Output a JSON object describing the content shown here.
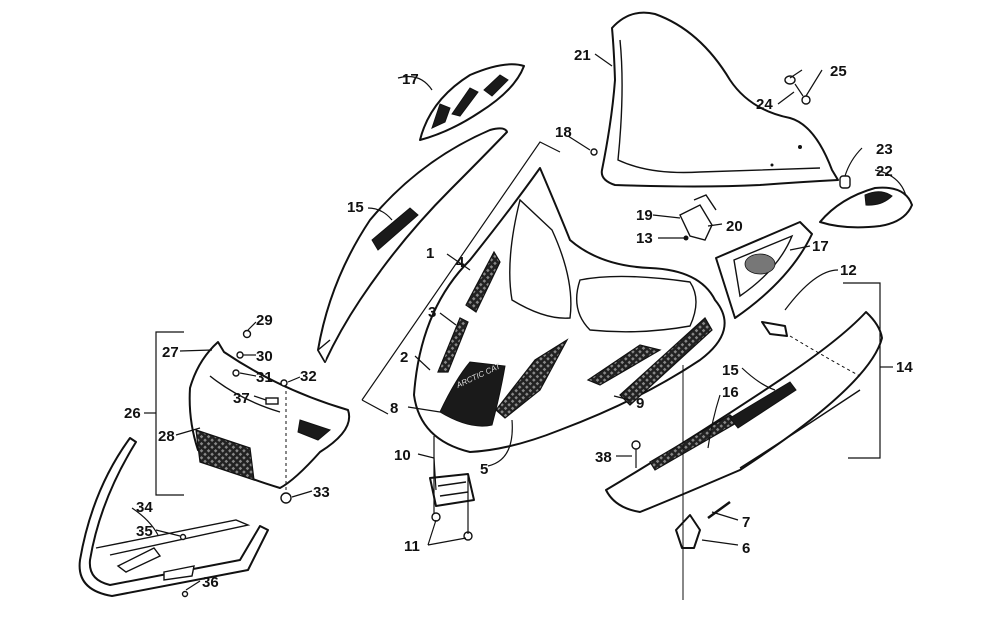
{
  "diagram": {
    "callouts": [
      {
        "id": "c1",
        "label": "1"
      },
      {
        "id": "c2",
        "label": "2"
      },
      {
        "id": "c3",
        "label": "3"
      },
      {
        "id": "c4",
        "label": "4"
      },
      {
        "id": "c5",
        "label": "5"
      },
      {
        "id": "c6",
        "label": "6"
      },
      {
        "id": "c7",
        "label": "7"
      },
      {
        "id": "c8",
        "label": "8"
      },
      {
        "id": "c9",
        "label": "9"
      },
      {
        "id": "c10",
        "label": "10"
      },
      {
        "id": "c11",
        "label": "11"
      },
      {
        "id": "c12",
        "label": "12"
      },
      {
        "id": "c13",
        "label": "13"
      },
      {
        "id": "c14",
        "label": "14"
      },
      {
        "id": "c15a",
        "label": "15"
      },
      {
        "id": "c15b",
        "label": "15"
      },
      {
        "id": "c16",
        "label": "16"
      },
      {
        "id": "c17a",
        "label": "17"
      },
      {
        "id": "c17b",
        "label": "17"
      },
      {
        "id": "c18",
        "label": "18"
      },
      {
        "id": "c19",
        "label": "19"
      },
      {
        "id": "c20",
        "label": "20"
      },
      {
        "id": "c21",
        "label": "21"
      },
      {
        "id": "c22",
        "label": "22"
      },
      {
        "id": "c23",
        "label": "23"
      },
      {
        "id": "c24",
        "label": "24"
      },
      {
        "id": "c25",
        "label": "25"
      },
      {
        "id": "c26",
        "label": "26"
      },
      {
        "id": "c27",
        "label": "27"
      },
      {
        "id": "c28",
        "label": "28"
      },
      {
        "id": "c29",
        "label": "29"
      },
      {
        "id": "c30",
        "label": "30"
      },
      {
        "id": "c31",
        "label": "31"
      },
      {
        "id": "c32",
        "label": "32"
      },
      {
        "id": "c33",
        "label": "33"
      },
      {
        "id": "c34",
        "label": "34"
      },
      {
        "id": "c35",
        "label": "35"
      },
      {
        "id": "c36",
        "label": "36"
      },
      {
        "id": "c37",
        "label": "37"
      },
      {
        "id": "c38",
        "label": "38"
      }
    ],
    "hood_logo_text": "ARCTIC CAT"
  }
}
